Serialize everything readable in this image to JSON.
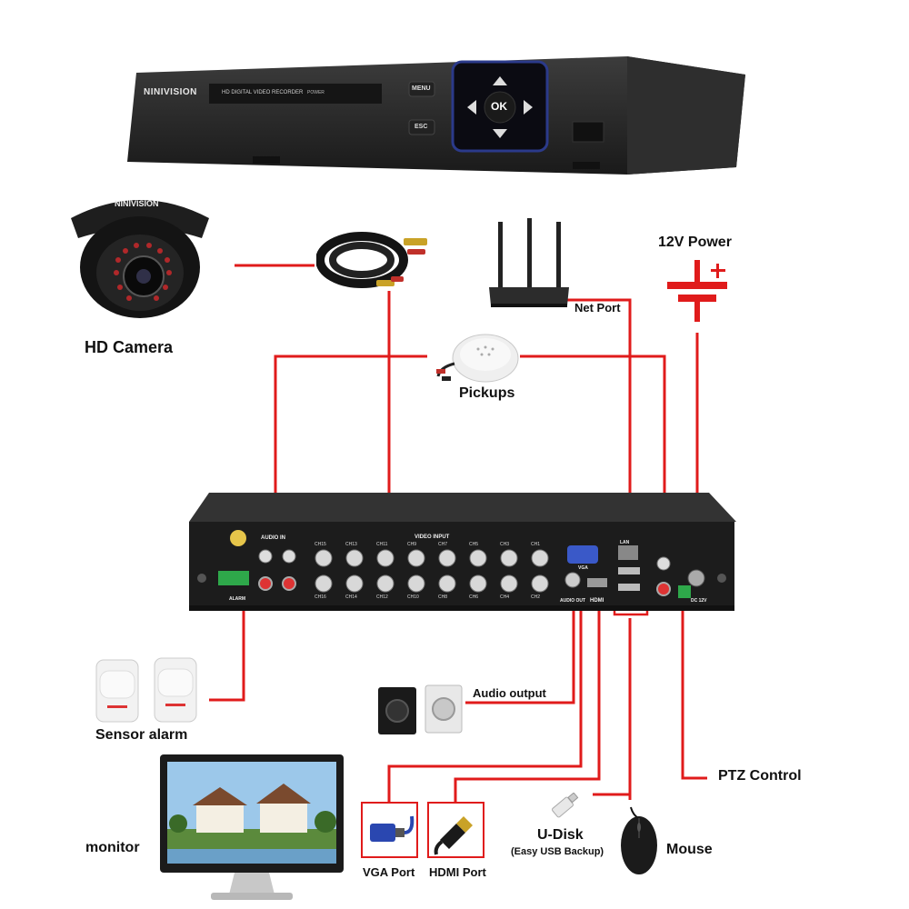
{
  "brand": "NINIVISION",
  "dvr": {
    "front_label": "HD DIGITAL VIDEO RECORDER",
    "power_label": "POWER",
    "menu_button": "MENU",
    "esc_button": "ESC",
    "ok_button": "OK"
  },
  "rear": {
    "audio_in_label": "AUDIO IN",
    "video_input_label": "VIDEO INPUT",
    "vga_label": "VGA",
    "audio_out_label": "AUDIO OUT",
    "alarm_label": "ALARM",
    "lan_label": "LAN",
    "dc_label": "DC 12V",
    "hdmi_label": "HDMI",
    "channels_top": [
      "CH15",
      "CH13",
      "CH11",
      "CH9",
      "CH7",
      "CH5",
      "CH3",
      "CH1"
    ],
    "channels_bottom": [
      "CH16",
      "CH14",
      "CH12",
      "CH10",
      "CH8",
      "CH6",
      "CH4",
      "CH2"
    ]
  },
  "labels": {
    "hd_camera": "HD Camera",
    "power_12v": "12V Power",
    "net_port": "Net Port",
    "pickups": "Pickups",
    "sensor_alarm": "Sensor alarm",
    "audio_output": "Audio output",
    "ptz_control": "PTZ Control",
    "monitor": "monitor",
    "vga_port": "VGA Port",
    "hdmi_port": "HDMI Port",
    "u_disk": "U-Disk",
    "u_disk_sub": "(Easy USB Backup)",
    "mouse": "Mouse"
  },
  "colors": {
    "wire": "#e01b1b",
    "device_body": "#2b2b2b",
    "panel": "#1c1c1c"
  }
}
